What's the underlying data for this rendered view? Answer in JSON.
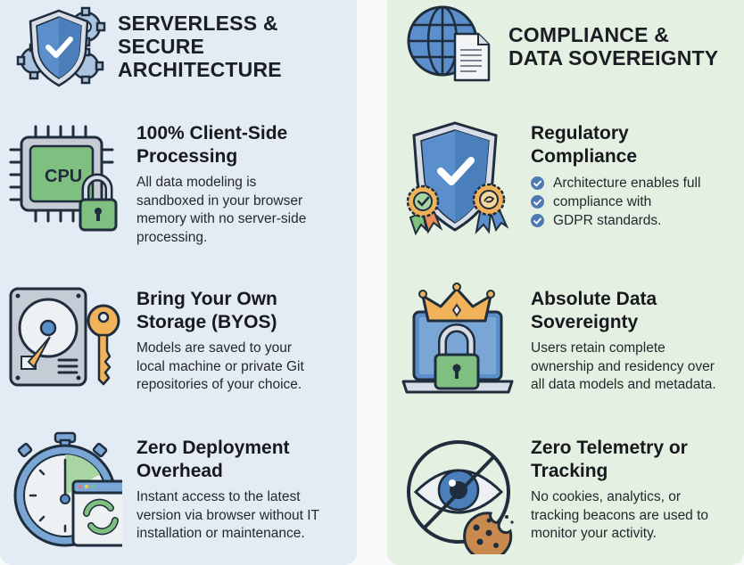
{
  "left_panel": {
    "header": {
      "icon": "shield-check-gears-icon",
      "title_lines": [
        "SERVERLESS &",
        "SECURE",
        "ARCHITECTURE"
      ]
    },
    "items": [
      {
        "icon": "cpu-lock-icon",
        "icon_label": "CPU",
        "title_lines": [
          "100% Client-Side",
          "Processing"
        ],
        "desc_lines": [
          "All data modeling is",
          "sandboxed in your browser",
          "memory with no server-side",
          "processing."
        ]
      },
      {
        "icon": "hard-drive-key-icon",
        "title_lines": [
          "Bring Your Own",
          "Storage (BYOS)"
        ],
        "desc_lines": [
          "Models are saved to your",
          "local machine or private Git",
          "repositories of your choice."
        ]
      },
      {
        "icon": "stopwatch-browser-refresh-icon",
        "title_lines": [
          "Zero Deployment",
          "Overhead"
        ],
        "desc_lines": [
          "Instant access to the latest",
          "version via browser without IT",
          "installation or maintenance."
        ]
      }
    ]
  },
  "right_panel": {
    "header": {
      "icon": "globe-document-icon",
      "title_lines": [
        "COMPLIANCE &",
        "DATA SOVEREIGNTY"
      ]
    },
    "items": [
      {
        "icon": "shield-badges-icon",
        "title_lines": [
          "Regulatory",
          "Compliance"
        ],
        "checklist": [
          "Architecture enables full",
          "compliance with",
          "GDPR standards."
        ]
      },
      {
        "icon": "laptop-crown-lock-icon",
        "title_lines": [
          "Absolute Data",
          "Sovereignty"
        ],
        "desc_lines": [
          "Users retain complete",
          "ownership and residency over",
          "all data models and metadata."
        ]
      },
      {
        "icon": "no-eye-cookie-icon",
        "title_lines": [
          "Zero Telemetry or",
          "Tracking"
        ],
        "desc_lines": [
          "No cookies, analytics, or",
          "tracking beacons are used to",
          "monitor your activity."
        ]
      }
    ]
  },
  "colors": {
    "left_bg": "#e3ebf4",
    "right_bg": "#e3f0e2",
    "accent_blue": "#4f86c6",
    "accent_green": "#7fbf7f",
    "accent_gold": "#f0b35a",
    "outline": "#1f2d3d"
  }
}
